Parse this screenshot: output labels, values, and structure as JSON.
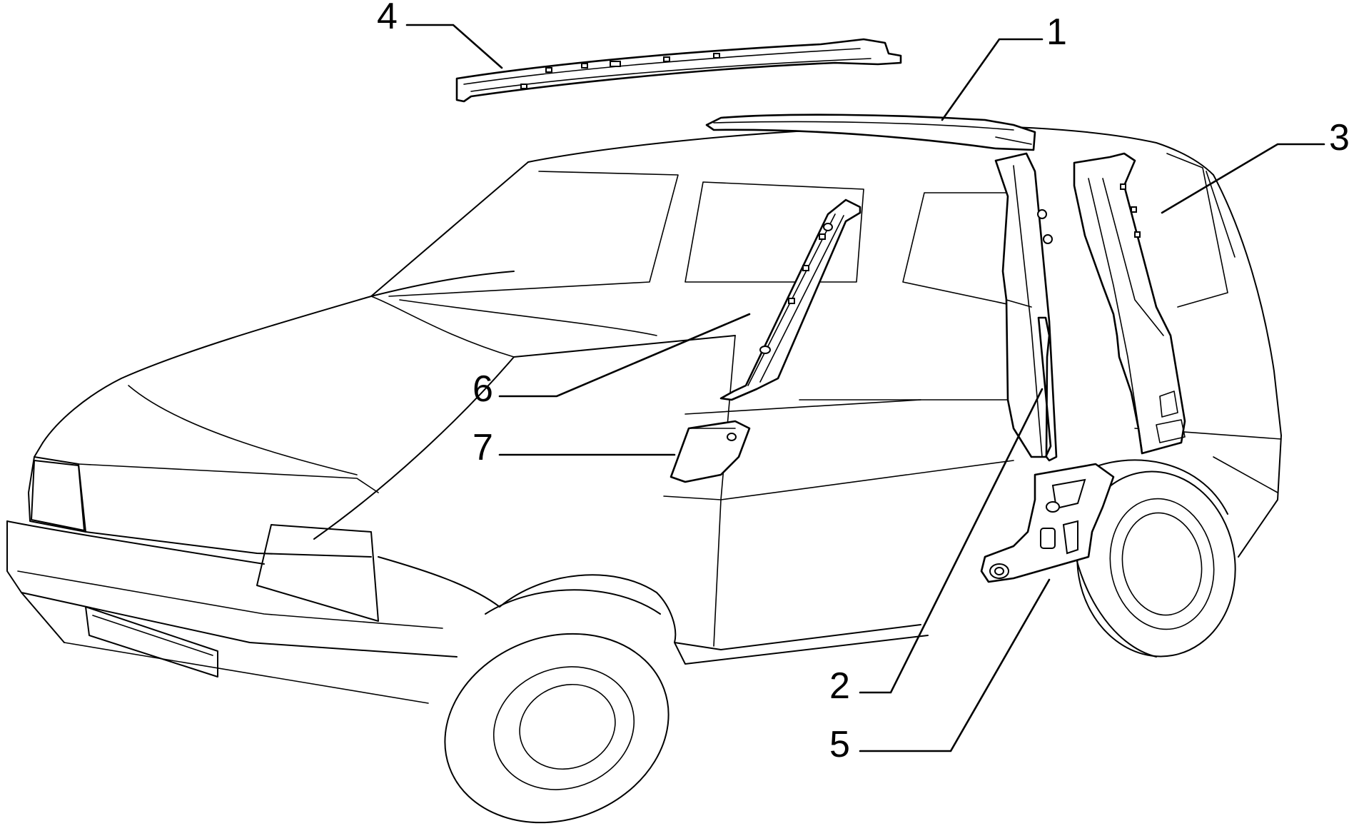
{
  "diagram": {
    "callouts": [
      {
        "id": "1",
        "label": "1",
        "part": "roof-side-rail"
      },
      {
        "id": "2",
        "label": "2",
        "part": "b-pillar"
      },
      {
        "id": "3",
        "label": "3",
        "part": "c-pillar"
      },
      {
        "id": "4",
        "label": "4",
        "part": "roof-rail-reinforcement"
      },
      {
        "id": "5",
        "label": "5",
        "part": "b-pillar-lower-panel"
      },
      {
        "id": "6",
        "label": "6",
        "part": "a-pillar"
      },
      {
        "id": "7",
        "label": "7",
        "part": "a-pillar-lower-gusset"
      }
    ]
  }
}
